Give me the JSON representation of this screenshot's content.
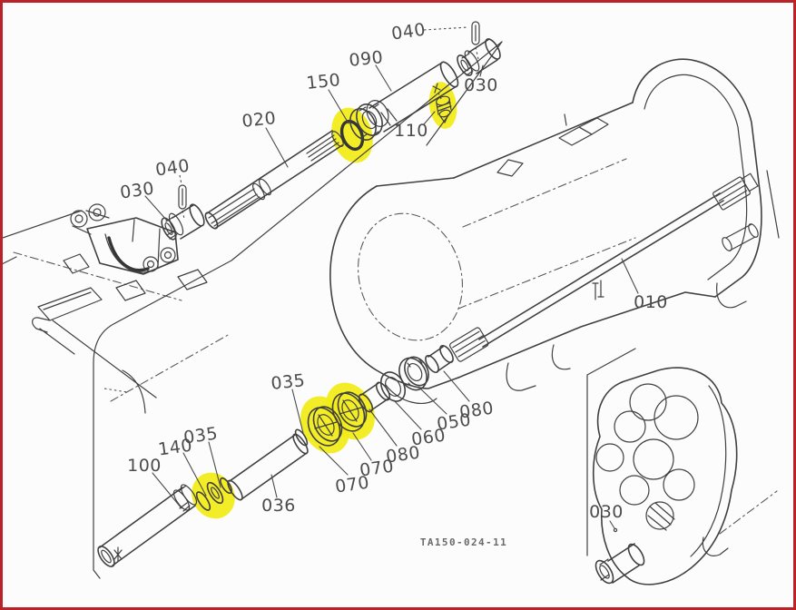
{
  "figure": {
    "title": "transmission shaft exploded parts diagram",
    "code": "TA150-024-11",
    "highlight_color": "#f2eb16",
    "border_color": "#bb2128",
    "line_color": "#404040",
    "background": "#fcfcfc",
    "highlighted_parts": [
      "150",
      "110",
      "140",
      "035",
      "070",
      "070"
    ]
  },
  "part_labels": [
    {
      "text": "040",
      "ref": "pin-top"
    },
    {
      "text": "090",
      "ref": "upper-tube"
    },
    {
      "text": "030",
      "ref": "coupler-top"
    },
    {
      "text": "150",
      "ref": "o-ring-highlighted"
    },
    {
      "text": "020",
      "ref": "upper-splined-shaft"
    },
    {
      "text": "110",
      "ref": "breather-valve-highlighted"
    },
    {
      "text": "040",
      "ref": "pin-left"
    },
    {
      "text": "030",
      "ref": "coupler-left"
    },
    {
      "text": "010",
      "ref": "main-shaft"
    },
    {
      "text": "035",
      "ref": "ring-upper"
    },
    {
      "text": "080",
      "ref": "collar-far"
    },
    {
      "text": "050",
      "ref": "bearing-050"
    },
    {
      "text": "060",
      "ref": "washer-060"
    },
    {
      "text": "080",
      "ref": "bushing-080"
    },
    {
      "text": "070",
      "ref": "bearing-070-right-highlighted"
    },
    {
      "text": "070",
      "ref": "bearing-070-left-highlighted"
    },
    {
      "text": "035",
      "ref": "ring-lower"
    },
    {
      "text": "140",
      "ref": "rings-140-highlighted"
    },
    {
      "text": "100",
      "ref": "lower-tube-100"
    },
    {
      "text": "036",
      "ref": "lower-tube-036"
    },
    {
      "text": "030",
      "ref": "coupler-inset"
    }
  ]
}
